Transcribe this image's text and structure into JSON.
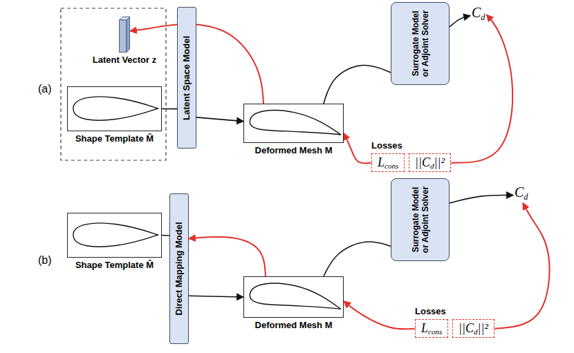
{
  "diagram": {
    "nodes": [
      {
        "text": [
          "Latent Vector z"
        ]
      },
      {
        "text": [
          "Shape Template M̂"
        ]
      },
      {
        "text": [
          "Latent Space Model"
        ]
      },
      {
        "text": [
          "Deformed Mesh M"
        ]
      },
      {
        "text": [
          "Surrogate Model or Adjoint Solver"
        ]
      },
      {
        "text": [
          "Cd"
        ]
      },
      {
        "text": [
          "Lcons"
        ]
      },
      {
        "text": [
          "||Cd||²"
        ]
      },
      {
        "text": [
          "Shape Template M̂"
        ]
      },
      {
        "text": [
          "Direct Mapping Model"
        ]
      },
      {
        "text": [
          "Deformed Mesh M"
        ]
      },
      {
        "text": [
          "Surrogate Model or Adjoint Solver"
        ]
      },
      {
        "text": [
          "Cd"
        ]
      },
      {
        "text": [
          "Lcons"
        ]
      },
      {
        "text": [
          "||Cd||²"
        ]
      }
    ],
    "edges": [
      {
        "from": 1,
        "to": 2,
        "arrow": "none"
      },
      {
        "from": 2,
        "to": 3,
        "arrow": "to"
      },
      {
        "from": 3,
        "to": 0,
        "arrow": "to"
      },
      {
        "from": 3,
        "to": 4,
        "arrow": "none"
      },
      {
        "from": 4,
        "to": 5,
        "arrow": "to"
      },
      {
        "from": 7,
        "to": 5,
        "arrow": "to"
      },
      {
        "from": 6,
        "to": 3,
        "arrow": "to"
      },
      {
        "from": 8,
        "to": 9,
        "arrow": "none"
      },
      {
        "from": 9,
        "to": 10,
        "arrow": "to"
      },
      {
        "from": 10,
        "to": 9,
        "arrow": "to"
      },
      {
        "from": 10,
        "to": 11,
        "arrow": "none"
      },
      {
        "from": 11,
        "to": 12,
        "arrow": "to"
      },
      {
        "from": 14,
        "to": 12,
        "arrow": "to"
      },
      {
        "from": 13,
        "to": 10,
        "arrow": "to"
      }
    ],
    "labels": [
      "(a)",
      "Losses",
      "(b)",
      "Losses"
    ]
  }
}
